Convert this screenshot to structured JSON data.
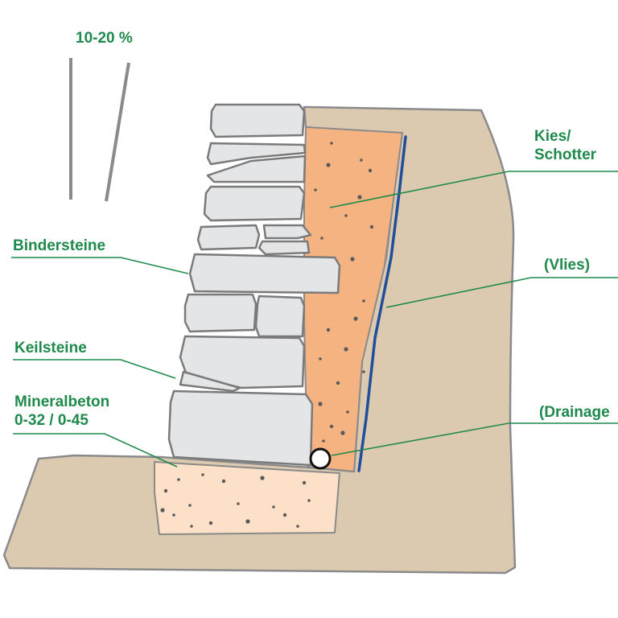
{
  "slope": {
    "text": "10-20 %"
  },
  "labels": {
    "bindersteine": "Bindersteine",
    "keilsteine": "Keilsteine",
    "mineralbeton_line1": "Mineralbeton",
    "mineralbeton_line2": "0-32 / 0-45",
    "kies_line1": "Kies/",
    "kies_line2": "Schotter",
    "vlies": "(Vlies)",
    "drainage": "(Drainage"
  },
  "colors": {
    "label_green": "#1f8a4c",
    "leader_green": "#1f8a4c",
    "soil": "#dccab0",
    "gravel": "#f5b382",
    "foundation": "#fde0c8",
    "stone": "#e4e5e7",
    "outline": "#7a7a7a",
    "fleece_blue": "#1f4e9c"
  }
}
